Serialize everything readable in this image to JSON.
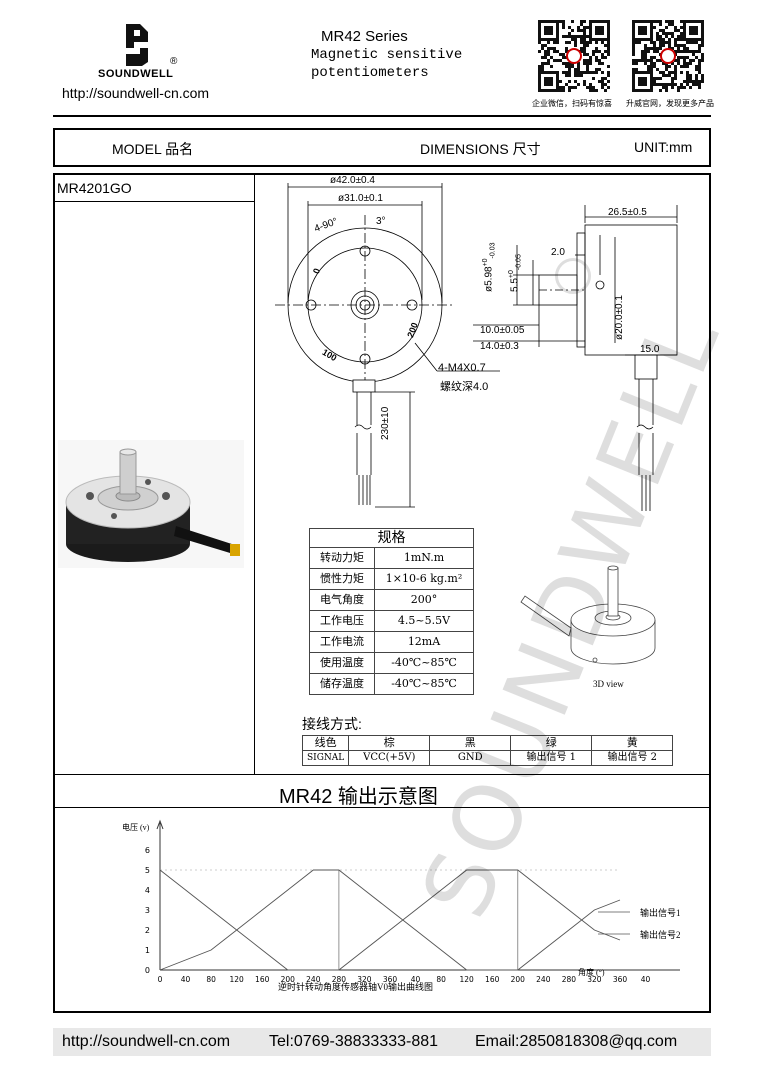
{
  "header": {
    "brand": "SOUNDWELL",
    "registered": "®",
    "url": "http://soundwell-cn.com",
    "series": "MR42 Series",
    "subtitle_line1": "Magnetic sensitive",
    "subtitle_line2": "potentiometers",
    "qr1_caption": "企业微信，扫码有惊喜",
    "qr2_caption": "升威官网，发现更多产品"
  },
  "title_bar": {
    "model_label": "MODEL 品名",
    "dimensions_label": "DIMENSIONS 尺寸",
    "unit_label": "UNIT:mm"
  },
  "model": {
    "name": "MR4201GO"
  },
  "drawing": {
    "dim_outer": "ø42.0±0.4",
    "dim_inner": "ø31.0±0.1",
    "dim_angle1": "4-90°",
    "dim_angle2": "3°",
    "mark_0": "0",
    "mark_200": "200",
    "mark_100": "100",
    "dim_thread": "4-M4X0.7",
    "dim_thread_depth": "螺纹深4.0",
    "dim_cable": "230±10",
    "dim_width": "26.5±0.5",
    "dim_shaft_dia": "ø5.98",
    "dim_shaft_dia_tol_up": "+0",
    "dim_shaft_dia_tol_dn": "-0.03",
    "dim_step_dia": "5.5",
    "dim_step_tol_up": "+0",
    "dim_step_tol_dn": "-0.05",
    "dim_step_len": "2.0",
    "dim_body_dia": "ø20.0±0.1",
    "dim_shaft_len1": "10.0±0.05",
    "dim_shaft_len2": "14.0±0.3",
    "dim_terminal": "15.0",
    "view_caption": "3D view"
  },
  "specs": {
    "title": "规格",
    "rows": [
      {
        "label": "转动力矩",
        "value": "1mN.m"
      },
      {
        "label": "惯性力矩",
        "value": "1×10-6   kg.m²"
      },
      {
        "label": "电气角度",
        "value": "200°"
      },
      {
        "label": "工作电压",
        "value": "4.5~5.5V"
      },
      {
        "label": "工作电流",
        "value": "12mA"
      },
      {
        "label": "使用温度",
        "value": "-40℃~85℃"
      },
      {
        "label": "储存温度",
        "value": "-40℃~85℃"
      }
    ]
  },
  "wiring": {
    "title": "接线方式:",
    "header": [
      "线色",
      "棕",
      "黑",
      "绿",
      "黄"
    ],
    "row": [
      "SIGNAL",
      "VCC(+5V)",
      "GND",
      "输出信号 1",
      "输出信号 2"
    ]
  },
  "output": {
    "title": "MR42 输出示意图"
  },
  "chart_data": {
    "type": "line",
    "ylabel": "电压 (v)",
    "xlabel": "角度 (°)",
    "caption": "逆时针转动角度传感器轴V0输出曲线图",
    "y_ticks": [
      "0",
      "1",
      "2",
      "3",
      "4",
      "5",
      "6"
    ],
    "x_ticks": [
      "0",
      "40",
      "80",
      "120",
      "160",
      "200",
      "240",
      "280",
      "320",
      "360",
      "40",
      "80",
      "120",
      "160",
      "200",
      "240",
      "280",
      "320",
      "360",
      "40"
    ],
    "ylim": [
      0,
      6
    ],
    "series": [
      {
        "name": "输出信号1",
        "points": [
          [
            0,
            5
          ],
          [
            40,
            4
          ],
          [
            80,
            3
          ],
          [
            120,
            2
          ],
          [
            160,
            1
          ],
          [
            200,
            0
          ],
          [
            280,
            0
          ],
          [
            320,
            1
          ],
          [
            360,
            2
          ],
          [
            400,
            3
          ],
          [
            440,
            4
          ],
          [
            480,
            5
          ],
          [
            560,
            5
          ],
          [
            600,
            4
          ],
          [
            640,
            3
          ],
          [
            680,
            2
          ],
          [
            720,
            1.5
          ]
        ],
        "color": "#555555"
      },
      {
        "name": "输出信号2",
        "points": [
          [
            0,
            0
          ],
          [
            80,
            1
          ],
          [
            120,
            2
          ],
          [
            160,
            3
          ],
          [
            200,
            4
          ],
          [
            240,
            5
          ],
          [
            280,
            5
          ],
          [
            320,
            4
          ],
          [
            360,
            3
          ],
          [
            400,
            2
          ],
          [
            440,
            1
          ],
          [
            480,
            0
          ],
          [
            560,
            0
          ],
          [
            600,
            1
          ],
          [
            640,
            2
          ],
          [
            680,
            3
          ],
          [
            720,
            3.5
          ]
        ],
        "color": "#555555"
      }
    ],
    "legend_position": "right"
  },
  "footer": {
    "url": "http://soundwell-cn.com",
    "tel": "Tel:0769-38833333-881",
    "email": "Email:2850818308@qq.com"
  },
  "watermark": "SOUNDWELL"
}
